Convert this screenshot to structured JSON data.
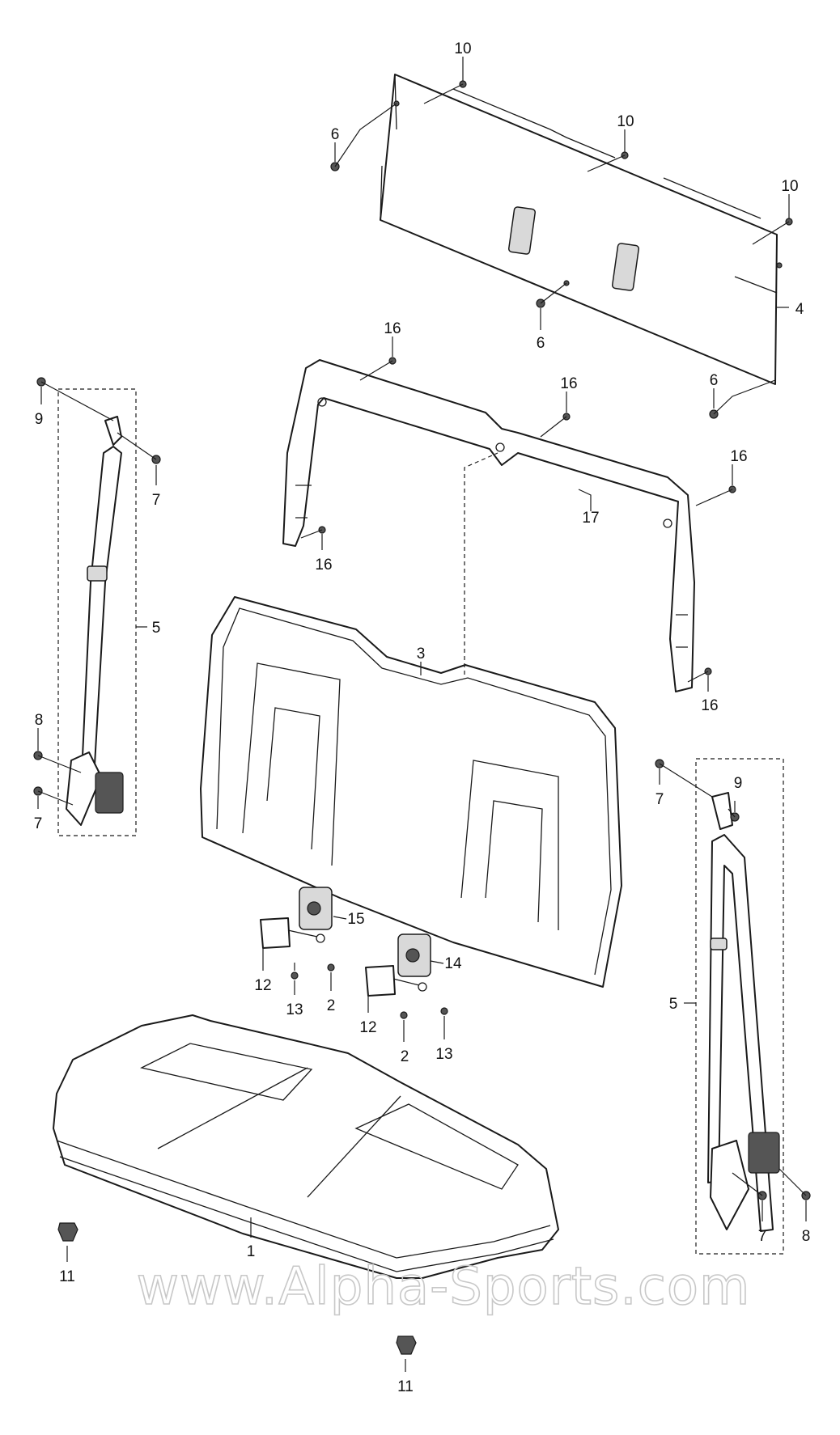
{
  "watermark": "www.Alpha-Sports.com",
  "callouts": {
    "c1": "1",
    "c2": "2",
    "c3": "3",
    "c4": "4",
    "c5": "5",
    "c6": "6",
    "c7": "7",
    "c8": "8",
    "c9": "9",
    "c10": "10",
    "c11": "11",
    "c12": "12",
    "c13": "13",
    "c14": "14",
    "c15": "15",
    "c16": "16",
    "c17": "17"
  },
  "colors": {
    "line": "#1a1a1a",
    "watermark": "#c8c8c8"
  }
}
